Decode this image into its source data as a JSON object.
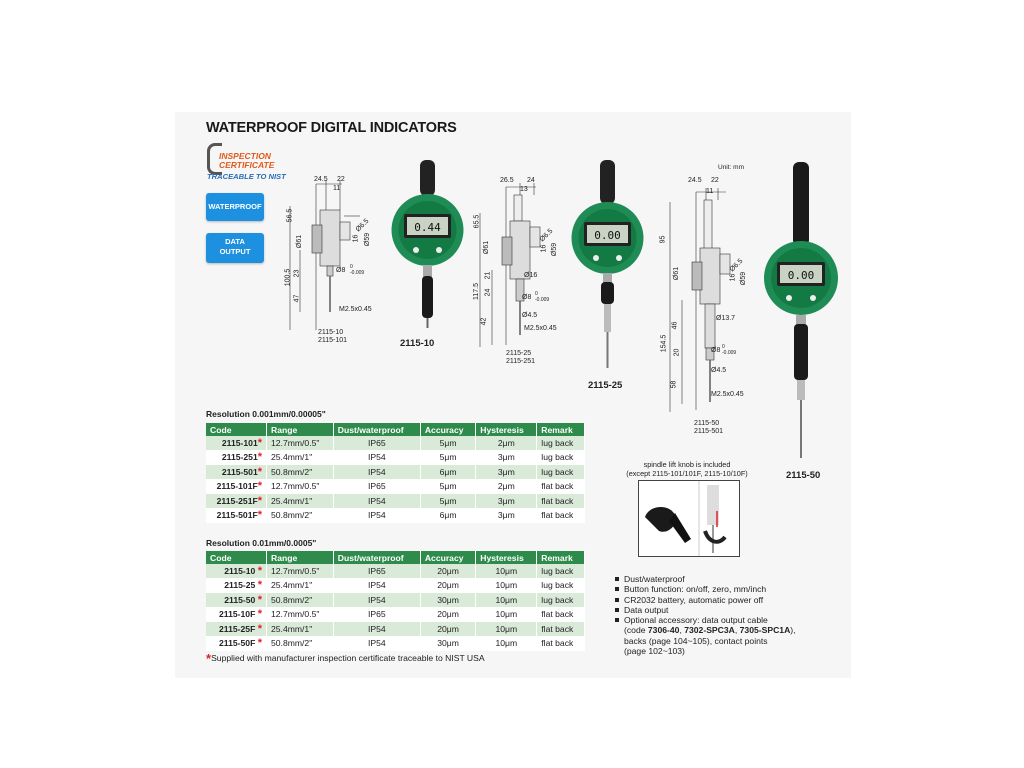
{
  "title": "WATERPROOF DIGITAL INDICATORS",
  "certificate": {
    "line1": "INSPECTION",
    "line2": "CERTIFICATE",
    "line3": "TRACEABLE TO NIST"
  },
  "badges": {
    "waterproof": "WATERPROOF",
    "data_output_1": "DATA",
    "data_output_2": "OUTPUT"
  },
  "unit": "Unit: mm",
  "drawing_1": {
    "dims": [
      "24.5",
      "22",
      "11",
      "56.5",
      "Ø61",
      "Ø6.5",
      "16",
      "Ø59",
      "Ø8",
      "0",
      "-0.009",
      "100.5",
      "23",
      "47",
      "M2.5x0.45"
    ],
    "codes": [
      "2115-10",
      "2115-101"
    ]
  },
  "drawing_2": {
    "dims": [
      "26.5",
      "24",
      "13",
      "65.5",
      "Ø61",
      "Ø6.5",
      "16",
      "Ø59",
      "Ø16",
      "117.5",
      "21",
      "24",
      "Ø8",
      "0",
      "-0.009",
      "Ø4.5",
      "42",
      "M2.5x0.45"
    ],
    "codes": [
      "2115-25",
      "2115-251"
    ]
  },
  "drawing_3": {
    "dims": [
      "24.5",
      "22",
      "11",
      "95",
      "Ø61",
      "Ø6.5",
      "16",
      "Ø59",
      "Ø13.7",
      "154.5",
      "46",
      "20",
      "Ø8",
      "0",
      "-0.009",
      "Ø4.5",
      "58",
      "M2.5x0.45"
    ],
    "codes": [
      "2115-50",
      "2115-501"
    ]
  },
  "models": {
    "m1": "2115-10",
    "m2": "2115-25",
    "m3": "2115-50"
  },
  "displays": {
    "d1": "0.44",
    "d2": "0.00",
    "d3": "0.00"
  },
  "table1": {
    "heading": "Resolution 0.001mm/0.00005\"",
    "columns": [
      "Code",
      "Range",
      "Dust/waterproof",
      "Accuracy",
      "Hysteresis",
      "Remark"
    ],
    "rows": [
      [
        "2115-101",
        "12.7mm/0.5\"",
        "IP65",
        "5μm",
        "2μm",
        "lug back"
      ],
      [
        "2115-251",
        "25.4mm/1\"",
        "IP54",
        "5μm",
        "3μm",
        "lug back"
      ],
      [
        "2115-501",
        "50.8mm/2\"",
        "IP54",
        "6μm",
        "3μm",
        "lug back"
      ],
      [
        "2115-101F",
        "12.7mm/0.5\"",
        "IP65",
        "5μm",
        "2μm",
        "flat back"
      ],
      [
        "2115-251F",
        "25.4mm/1\"",
        "IP54",
        "5μm",
        "3μm",
        "flat back"
      ],
      [
        "2115-501F",
        "50.8mm/2\"",
        "IP54",
        "6μm",
        "3μm",
        "flat back"
      ]
    ]
  },
  "table2": {
    "heading": "Resolution 0.01mm/0.0005\"",
    "columns": [
      "Code",
      "Range",
      "Dust/waterproof",
      "Accuracy",
      "Hysteresis",
      "Remark"
    ],
    "rows": [
      [
        "2115-10",
        "12.7mm/0.5\"",
        "IP65",
        "20μm",
        "10μm",
        "lug back"
      ],
      [
        "2115-25",
        "25.4mm/1\"",
        "IP54",
        "20μm",
        "10μm",
        "lug back"
      ],
      [
        "2115-50",
        "50.8mm/2\"",
        "IP54",
        "30μm",
        "10μm",
        "lug back"
      ],
      [
        "2115-10F",
        "12.7mm/0.5\"",
        "IP65",
        "20μm",
        "10μm",
        "flat back"
      ],
      [
        "2115-25F",
        "25.4mm/1\"",
        "IP54",
        "20μm",
        "10μm",
        "flat back"
      ],
      [
        "2115-50F",
        "50.8mm/2\"",
        "IP54",
        "30μm",
        "10μm",
        "flat back"
      ]
    ]
  },
  "star": "*",
  "footnote": "Supplied with manufacturer inspection certificate traceable to NIST USA",
  "knob": {
    "line1": "spindle lift knob is included",
    "line2": "(except 2115-101/101F, 2115-10/10F)"
  },
  "features": [
    "Dust/waterproof",
    "Button function: on/off, zero, mm/inch",
    "CR2032 battery, automatic power off",
    "Data output"
  ],
  "accessory": {
    "l1": "Optional accessory: data output cable",
    "l2a": "(code ",
    "l2b": "7306-40",
    "l2c": ", ",
    "l2d": "7302-SPC3A",
    "l2e": ", ",
    "l2f": "7305-SPC1A",
    "l2g": "),",
    "l3": "backs (page 104~105), contact points",
    "l4": "(page 102~103)"
  },
  "colors": {
    "green_header": "#2e8b4b",
    "row_tint": "#d9ead9",
    "star": "#e0202a",
    "badge": "#1e90e0",
    "cert_orange": "#e05a1b",
    "cert_blue": "#2a6db5",
    "gauge_green": "#1f8c55"
  }
}
